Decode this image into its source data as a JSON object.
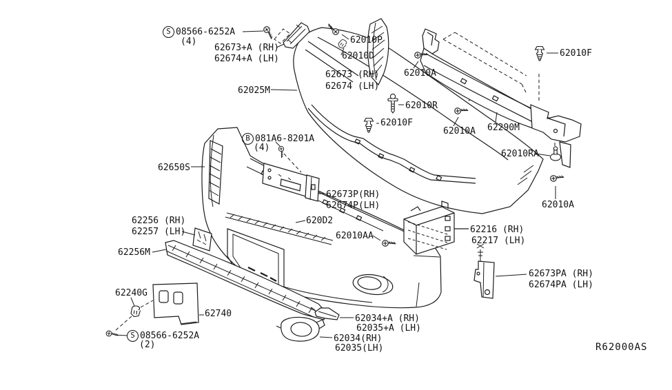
{
  "diagram": {
    "ref_code": "R62000AS",
    "colors": {
      "line": "#1a1a1a",
      "background": "#ffffff"
    }
  },
  "callouts": {
    "bolt_s_top": {
      "prefix": "S",
      "code": "08566-6252A",
      "qty": "(4)"
    },
    "bracket_62673A_rh": "62673+A (RH)",
    "bracket_62674A_lh": "62674+A (LH)",
    "p_62010P": "62010P",
    "p_62010D": "62010D",
    "plate_62673_rh": "62673 (RH)",
    "plate_62674_lh": "62674 (LH)",
    "p_62010A_top": "62010A",
    "p_62010F_right": "62010F",
    "bumper_62025M": "62025M",
    "p_62010R": "62010R",
    "p_62010F_mid": "62010F",
    "p_62010A_mid": "62010A",
    "beam_62290M": "62290M",
    "bolt_b": {
      "prefix": "B",
      "code": "081A6-8201A",
      "qty": "(4)"
    },
    "p_62010RA": "62010RA",
    "fascia_62650S": "62650S",
    "bracket_62673P_rh": "62673P(RH)",
    "bracket_62674P_lh": "62674P(LH)",
    "p_62010A_right": "62010A",
    "bracket_62256_rh": "62256 (RH)",
    "bracket_62257_lh": "62257 (LH)",
    "strip_620D2": "620D2",
    "p_62010AA": "62010AA",
    "bracket_62216_rh": "62216 (RH)",
    "bracket_62217_lh": "62217 (LH)",
    "valance_62256M": "62256M",
    "bracket_62673PA_rh": "62673PA (RH)",
    "bracket_62674PA_lh": "62674PA (LH)",
    "clip_62240G": "62240G",
    "plate_62740": "62740",
    "bolt_s_bottom": {
      "prefix": "S",
      "code": "08566-6252A",
      "qty": "(2)"
    },
    "finisher_62034A_rh": "62034+A (RH)",
    "finisher_62035A_lh": "62035+A (LH)",
    "finisher_62034_rh": "62034(RH)",
    "finisher_62035_lh": "62035(LH)"
  }
}
